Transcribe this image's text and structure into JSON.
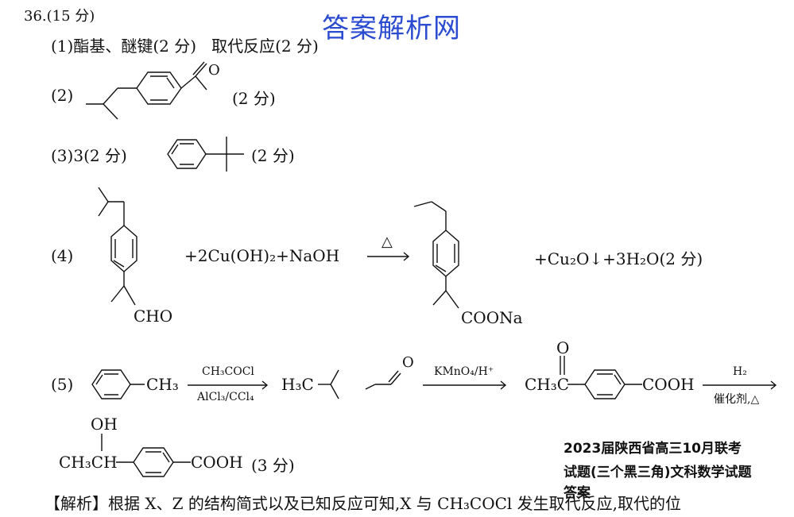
{
  "watermark": "答案解析网",
  "question": {
    "number": "36.",
    "points": "(15 分)"
  },
  "q1": {
    "label": "(1)",
    "answer": "酯基、醚键(2 分)",
    "answer2": "取代反应(2 分)"
  },
  "q2": {
    "label": "(2)",
    "o_atom": "O",
    "score": "(2 分)"
  },
  "q3": {
    "label": "(3)",
    "answer": "3(2 分)",
    "score": "(2 分)"
  },
  "q4": {
    "label": "(4)",
    "reactant_group": "CHO",
    "reagents": "+2Cu(OH)₂+NaOH",
    "condition": "△",
    "product_group": "COONa",
    "byproducts": "+Cu₂O↓+3H₂O(2 分)"
  },
  "q5": {
    "label": "(5)",
    "ch3": "CH₃",
    "step1_top": "CH₃COCl",
    "step1_bottom": "AlCl₃/CCl₄",
    "intermediate_left": "H₃C",
    "intermediate_o": "O",
    "step2_top": "KMnO₄/H⁺",
    "acyl_o": "O",
    "acyl_ch3": "CH₃C",
    "cooh": "COOH",
    "step3_top": "H₂",
    "step3_bottom": "催化剂,△",
    "final_oh": "OH",
    "final_left": "CH₃CH",
    "final_cooh": "COOH",
    "final_score": "(3 分)"
  },
  "side_note": {
    "line1": "2023届陕西省高三10月联考",
    "line2": "试题(三个黑三角)文科数学试题",
    "line3": "答案"
  },
  "explanation": "【解析】根据 X、Z 的结构简式以及已知反应可知,X 与 CH₃COCl 发生取代反应,取代的位"
}
